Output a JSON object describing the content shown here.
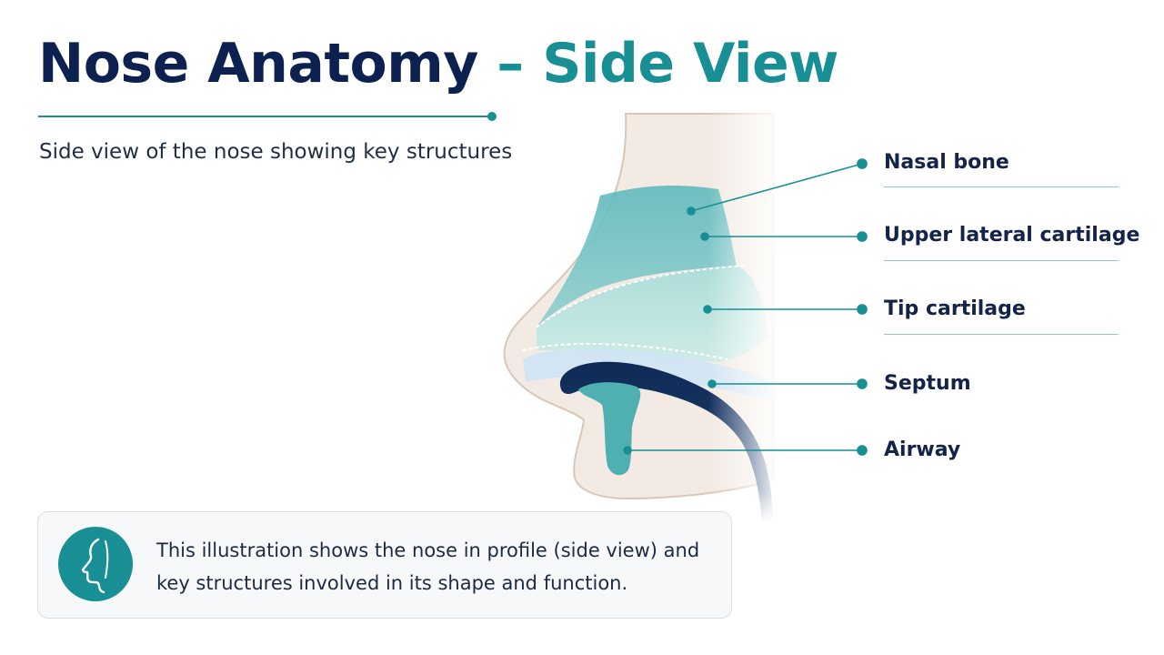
{
  "title": {
    "main": "Nose Anatomy",
    "dash": "–",
    "accent": "Side View"
  },
  "subtitle": "Side view of the nose showing key structures",
  "labels": [
    {
      "text": "Nasal bone"
    },
    {
      "text": "Upper lateral cartilage"
    },
    {
      "text": "Tip cartilage"
    },
    {
      "text": "Septum"
    },
    {
      "text": "Airway"
    }
  ],
  "info": {
    "icon": "face-profile-icon",
    "text": "This illustration shows the nose in profile (side view) and key structures involved in its shape and function."
  },
  "colors": {
    "navy": "#0d2150",
    "teal": "#178f94",
    "skin": "#f3ebe3",
    "cartilage": "#6bbfc1",
    "airway_dark": "#0f2a55"
  }
}
